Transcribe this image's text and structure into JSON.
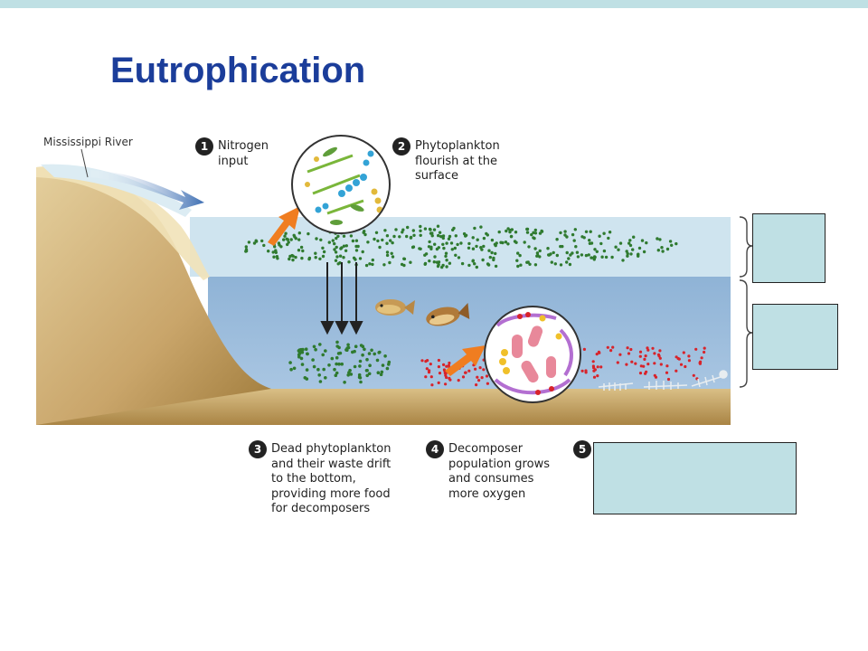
{
  "title": "Eutrophication",
  "labels": {
    "river": "Mississippi River"
  },
  "steps": [
    {
      "num": "1",
      "text": "Nitrogen\ninput"
    },
    {
      "num": "2",
      "text": "Phytoplankton\nflourish at the\nsurface"
    },
    {
      "num": "3",
      "text": "Dead phytoplankton\nand their waste drift\nto the bottom,\nproviding more food\nfor decomposers"
    },
    {
      "num": "4",
      "text": "Decomposer\npopulation grows\nand consumes\nmore oxygen"
    },
    {
      "num": "5",
      "text": ""
    }
  ],
  "colors": {
    "title": "#1b3d9a",
    "surface_water": "#cfe4ef",
    "deep_water": "#8fb3d6",
    "sediment": "#c9a56a",
    "answer_box": "#bfe0e4",
    "phytoplankton": "#2f7a2f",
    "bacteria": "#d8232a",
    "arrow": "#f07d20"
  }
}
